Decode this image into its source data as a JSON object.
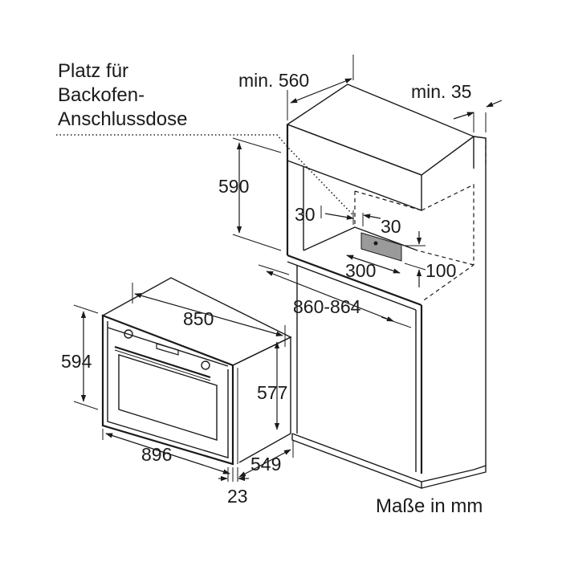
{
  "labels": {
    "socket_note_line1": "Platz für",
    "socket_note_line2": "Backofen-",
    "socket_note_line3": "Anschlussdose",
    "min_width": "min. 560",
    "min_depth": "min. 35",
    "niche_height": "590",
    "socket_left": "30",
    "socket_right": "30",
    "socket_width": "300",
    "socket_height": "100",
    "niche_depth": "860-864",
    "oven_width": "850",
    "oven_front_height": "594",
    "oven_body_height": "577",
    "oven_front_width": "896",
    "oven_depth": "549",
    "front_thickness": "23",
    "units_note": "Maße in mm"
  }
}
